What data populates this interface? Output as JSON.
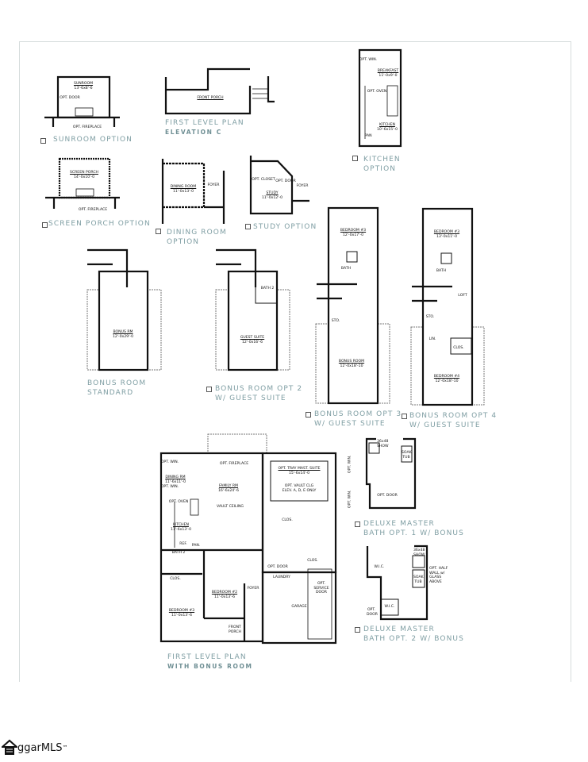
{
  "captions": {
    "sunroom": "SUNROOM OPTION",
    "front_porch_title": "FIRST LEVEL PLAN",
    "front_porch_sub": "ELEVATION C",
    "kitchen_1": "KITCHEN",
    "kitchen_2": "OPTION",
    "screen_porch": "SCREEN PORCH OPTION",
    "dining_1": "DINING ROOM",
    "dining_2": "OPTION",
    "study": "STUDY OPTION",
    "bonus_std_1": "BONUS ROOM",
    "bonus_std_2": "STANDARD",
    "bonus2_1": "BONUS ROOM OPT 2",
    "bonus2_2": "W/ GUEST SUITE",
    "bonus3_1": "BONUS ROOM OPT 3",
    "bonus3_2": "W/ GUEST SUITE",
    "bonus4_1": "BONUS ROOM OPT 4",
    "bonus4_2": "W/ GUEST SUITE",
    "deluxe1_1": "DELUXE MASTER",
    "deluxe1_2": "BATH OPT. 1 W/ BONUS",
    "deluxe2_1": "DELUXE MASTER",
    "deluxe2_2": "BATH OPT. 2 W/ BONUS",
    "main_title": "FIRST LEVEL PLAN",
    "main_sub": "WITH BONUS ROOM"
  },
  "rooms": {
    "sunroom": {
      "name": "SUNROOM",
      "dim": "13'-6x8'-6"
    },
    "sunroom_door": "OPT. DOOR",
    "sunroom_fireplace": "OPT. FIREPLACE",
    "front_porch": "FRONT PORCH",
    "breakfast": {
      "name": "BREAKFAST",
      "dim": "11'-0x9'-0"
    },
    "kitchen_opt": {
      "name": "KITCHEN",
      "dim": "10'-6x15'-0"
    },
    "opt_win": "OPT. WIN.",
    "opt_oven": "OPT. OVEN",
    "pan": "PAN",
    "screen_porch": {
      "name": "SCREEN PORCH",
      "dim": "14'-0x10'-0"
    },
    "screen_fireplace": "OPT. FIREPLACE",
    "dining_room": {
      "name": "DINING ROOM",
      "dim": "11'-0x13'-0"
    },
    "foyer": "FOYER",
    "study": {
      "name": "STUDY",
      "dim": "11'-0x12'-0"
    },
    "closet": "OPT. CLOSET",
    "opt_door": "OPT. DOOR",
    "bonus_rm": {
      "name": "BONUS RM",
      "dim": "12'-0x29'-0"
    },
    "guest_suite": {
      "name": "GUEST SUITE",
      "dim": "12'-0x16'-6"
    },
    "bath2": "BATH 2",
    "bedroom3_up": {
      "name": "BEDROOM #3",
      "dim": "12'-0x17'-0"
    },
    "bath": "BATH",
    "sto": "STO.",
    "bonus_room": {
      "name": "BONUS ROOM",
      "dim": "12'-0x18'-10"
    },
    "bedroom3_up4": {
      "name": "BEDROOM #3",
      "dim": "13'-0x11'-0"
    },
    "loft": "LOFT",
    "lin": "LIN.",
    "clos": "CLOS.",
    "bedroom4": {
      "name": "BEDROOM #4",
      "dim": "12'-0x18'-10"
    },
    "dining_rm": {
      "name": "DINING RM",
      "dim": "11'-6x11'-0"
    },
    "family_rm": {
      "name": "FAMILY RM",
      "dim": "16'-6x24'-6"
    },
    "vault_ceiling": "VAULT CEILING",
    "fireplace": "OPT. FIREPLACE",
    "mast_suite": {
      "name": "OPT. TRAY MAST. SUITE",
      "dim": "15'-6x14'-0"
    },
    "vault_clg": "OPT. VAULT CLG ELEV. A, D, E ONLY",
    "kitchen": {
      "name": "KITCHEN",
      "dim": "11'-6x13'-0"
    },
    "ref": "REF.",
    "pan2": "PAN.",
    "bath2_main": "BATH 2",
    "bedroom2": {
      "name": "BEDROOM #2",
      "dim": "11'-0x13'-6"
    },
    "bedroom3": {
      "name": "BEDROOM #3",
      "dim": "11'-0x13'-6"
    },
    "laundry": "LAUNDRY",
    "garage": "GARAGE",
    "service_door": "OPT. SERVICE DOOR",
    "front_porch_main": "FRONT PORCH",
    "opt_win_side": "OPT. WIN.",
    "show": "36x48 SHOW",
    "tub": "SOAK TUB",
    "wic": "W.I.C.",
    "half_wall": "OPT. HALF WALL w/ GLASS ABOVE"
  },
  "logo": {
    "text": "ggarMLS",
    "tm": "™"
  },
  "colors": {
    "caption": "#7f9ea3",
    "walls": "#111111",
    "frame": "#d6dcdc"
  }
}
